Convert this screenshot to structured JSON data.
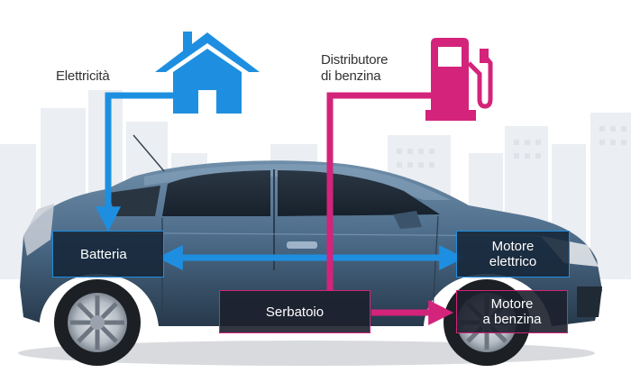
{
  "labels": {
    "electricity": "Elettricità",
    "fuel_station": "Distributore\ndi benzina"
  },
  "boxes": {
    "battery": "Batteria",
    "electric_motor": "Motore\nelettrico",
    "tank": "Serbatoio",
    "petrol_engine": "Motore\na benzina"
  },
  "colors": {
    "electric_flow": "#1e8fe0",
    "fuel_flow": "#d4237a",
    "skyline": "#ebeef2",
    "car_body": "#4f6f8d"
  },
  "icons": [
    "house-icon",
    "fuel-pump-icon"
  ]
}
